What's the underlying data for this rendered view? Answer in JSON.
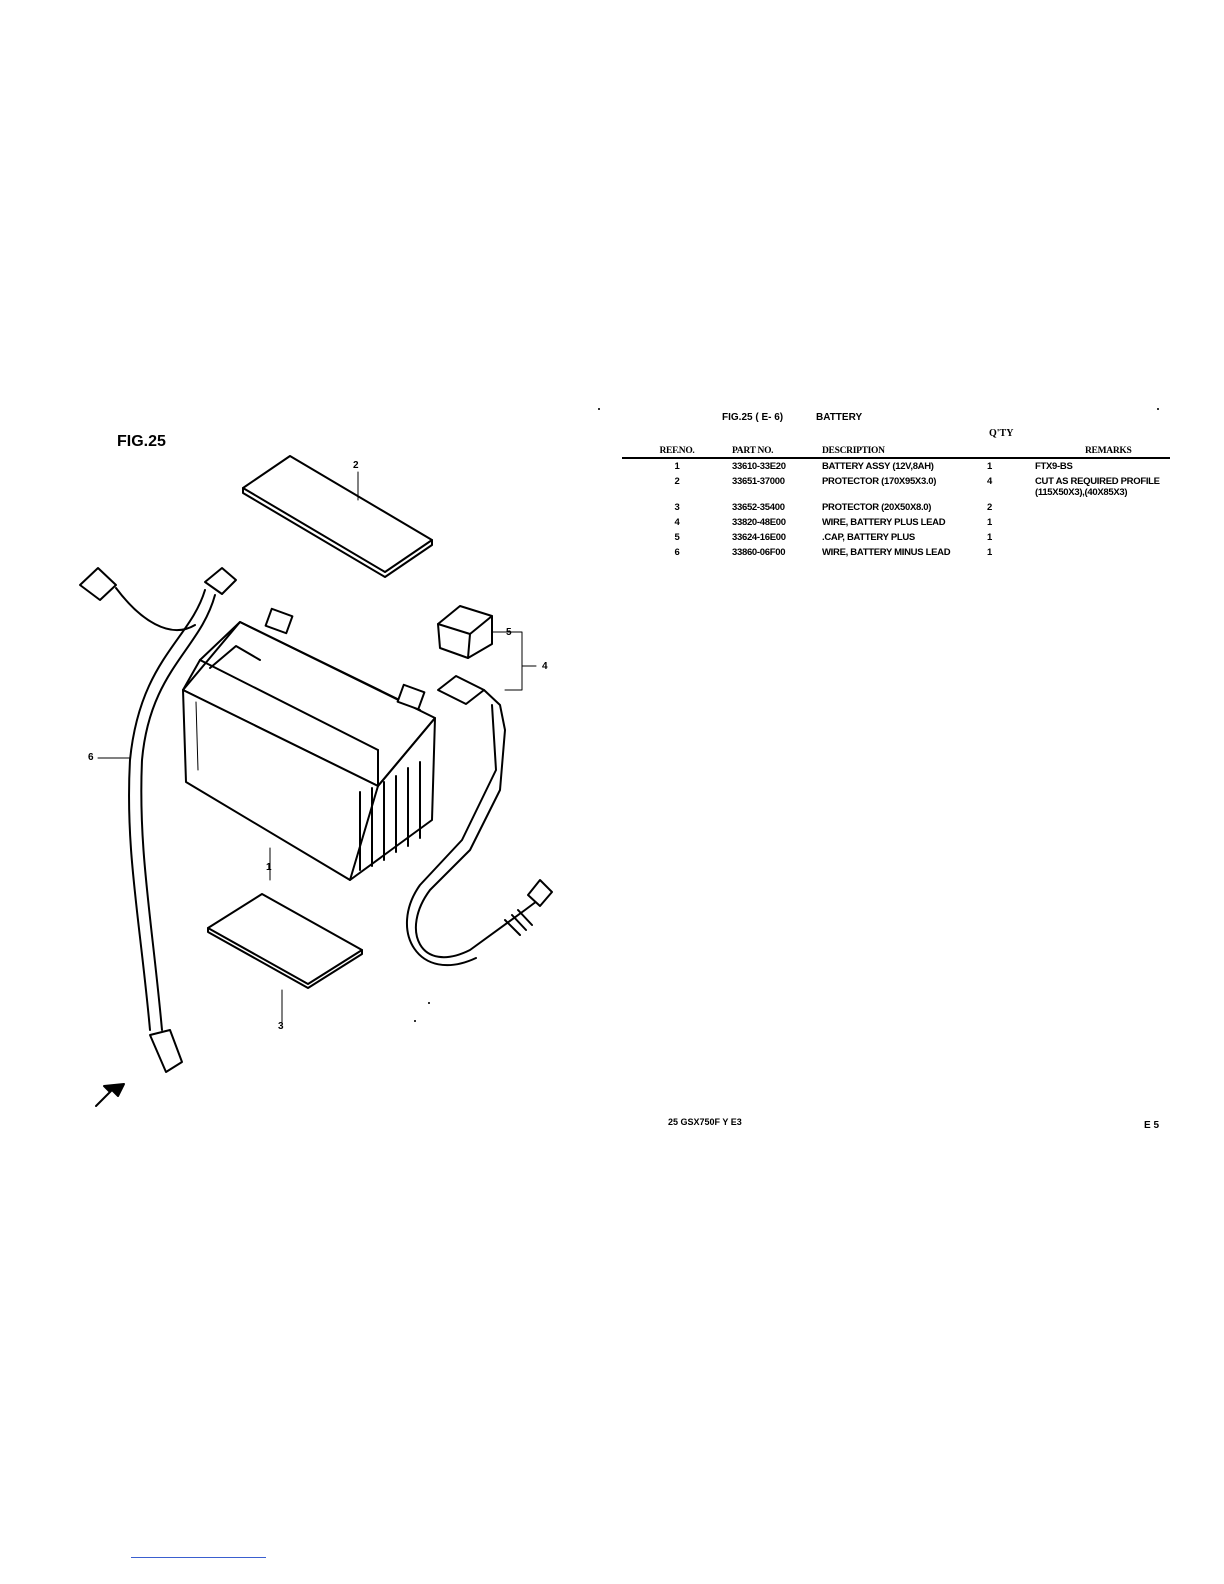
{
  "figure": {
    "title": "FIG.25",
    "callouts": [
      "1",
      "2",
      "3",
      "4",
      "5",
      "6"
    ]
  },
  "header": {
    "fig_ref": "FIG.25 ( E- 6)",
    "section": "BATTERY",
    "qty_label": "Q'TY"
  },
  "table": {
    "columns": [
      "REF.NO.",
      "PART NO.",
      "DESCRIPTION",
      "",
      "REMARKS"
    ],
    "rows": [
      {
        "ref": "1",
        "part": "33610-33E20",
        "desc": "BATTERY ASSY (12V,8AH)",
        "qty": "1",
        "remarks": "FTX9-BS",
        "remarks2": ""
      },
      {
        "ref": "2",
        "part": "33651-37000",
        "desc": "PROTECTOR (170X95X3.0)",
        "qty": "4",
        "remarks": "CUT AS REQUIRED PROFILE",
        "remarks2": "(115X50X3),(40X85X3)"
      },
      {
        "ref": "3",
        "part": "33652-35400",
        "desc": "PROTECTOR (20X50X8.0)",
        "qty": "2",
        "remarks": "",
        "remarks2": ""
      },
      {
        "ref": "4",
        "part": "33820-48E00",
        "desc": "WIRE, BATTERY PLUS LEAD",
        "qty": "1",
        "remarks": "",
        "remarks2": ""
      },
      {
        "ref": "5",
        "part": "33624-16E00",
        "desc": ".CAP, BATTERY PLUS",
        "qty": "1",
        "remarks": "",
        "remarks2": ""
      },
      {
        "ref": "6",
        "part": "33860-06F00",
        "desc": "WIRE, BATTERY MINUS LEAD",
        "qty": "1",
        "remarks": "",
        "remarks2": ""
      }
    ]
  },
  "footer": {
    "model": "25 GSX750F Y E3",
    "page": "E 5"
  }
}
